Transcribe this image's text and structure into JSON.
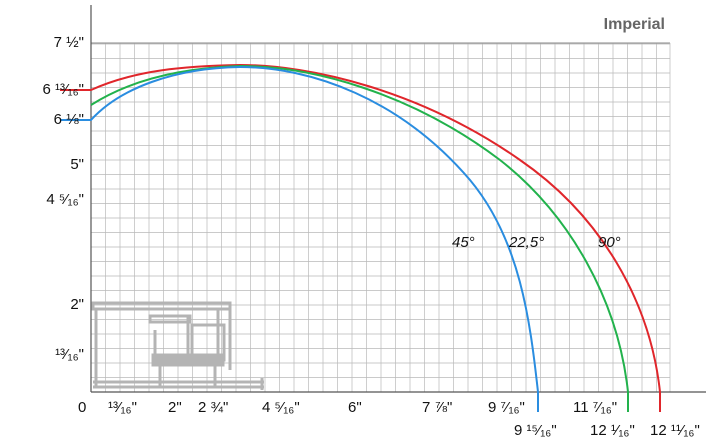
{
  "units_label": "Imperial",
  "y_labels": [
    {
      "id": "y-7-1-2",
      "text": "7 ½\""
    },
    {
      "id": "y-6-13-16",
      "text": "6 ¹³⁄₁₆\""
    },
    {
      "id": "y-6-1-8",
      "text": "6 ⅛\""
    },
    {
      "id": "y-5",
      "text": "5\""
    },
    {
      "id": "y-4-5-16",
      "text": "4 ⁵⁄₁₆\""
    },
    {
      "id": "y-2",
      "text": "2\""
    },
    {
      "id": "y-13-16",
      "text": "¹³⁄₁₆\""
    }
  ],
  "x_labels": [
    {
      "id": "x-0",
      "text": "0"
    },
    {
      "id": "x-13-16",
      "text": "¹³⁄₁₆\""
    },
    {
      "id": "x-2",
      "text": "2\""
    },
    {
      "id": "x-2-3-4",
      "text": "2 ¾\""
    },
    {
      "id": "x-4-5-16",
      "text": "4 ⁵⁄₁₆\""
    },
    {
      "id": "x-6",
      "text": "6\""
    },
    {
      "id": "x-7-7-8",
      "text": "7 ⅞\""
    },
    {
      "id": "x-9-7-16",
      "text": "9 ⁷⁄₁₆\""
    },
    {
      "id": "x-11-7-16",
      "text": "11 ⁷⁄₁₆\""
    },
    {
      "id": "x-9-15-16",
      "text": "9 ¹⁵⁄₁₆\""
    },
    {
      "id": "x-12-1-16",
      "text": "12 ¹⁄₁₆\""
    },
    {
      "id": "x-12-11-16",
      "text": "12 ¹¹⁄₁₆\""
    }
  ],
  "curves": [
    {
      "id": "curve-45",
      "label": "45°",
      "color": "#2a8de0"
    },
    {
      "id": "curve-22-5",
      "label": "22,5°",
      "color": "#22b24c"
    },
    {
      "id": "curve-90",
      "label": "90°",
      "color": "#e0262b"
    }
  ],
  "colors": {
    "grid": "#b9b9b9",
    "axis": "#555555",
    "profile": "#b4b4b4"
  }
}
